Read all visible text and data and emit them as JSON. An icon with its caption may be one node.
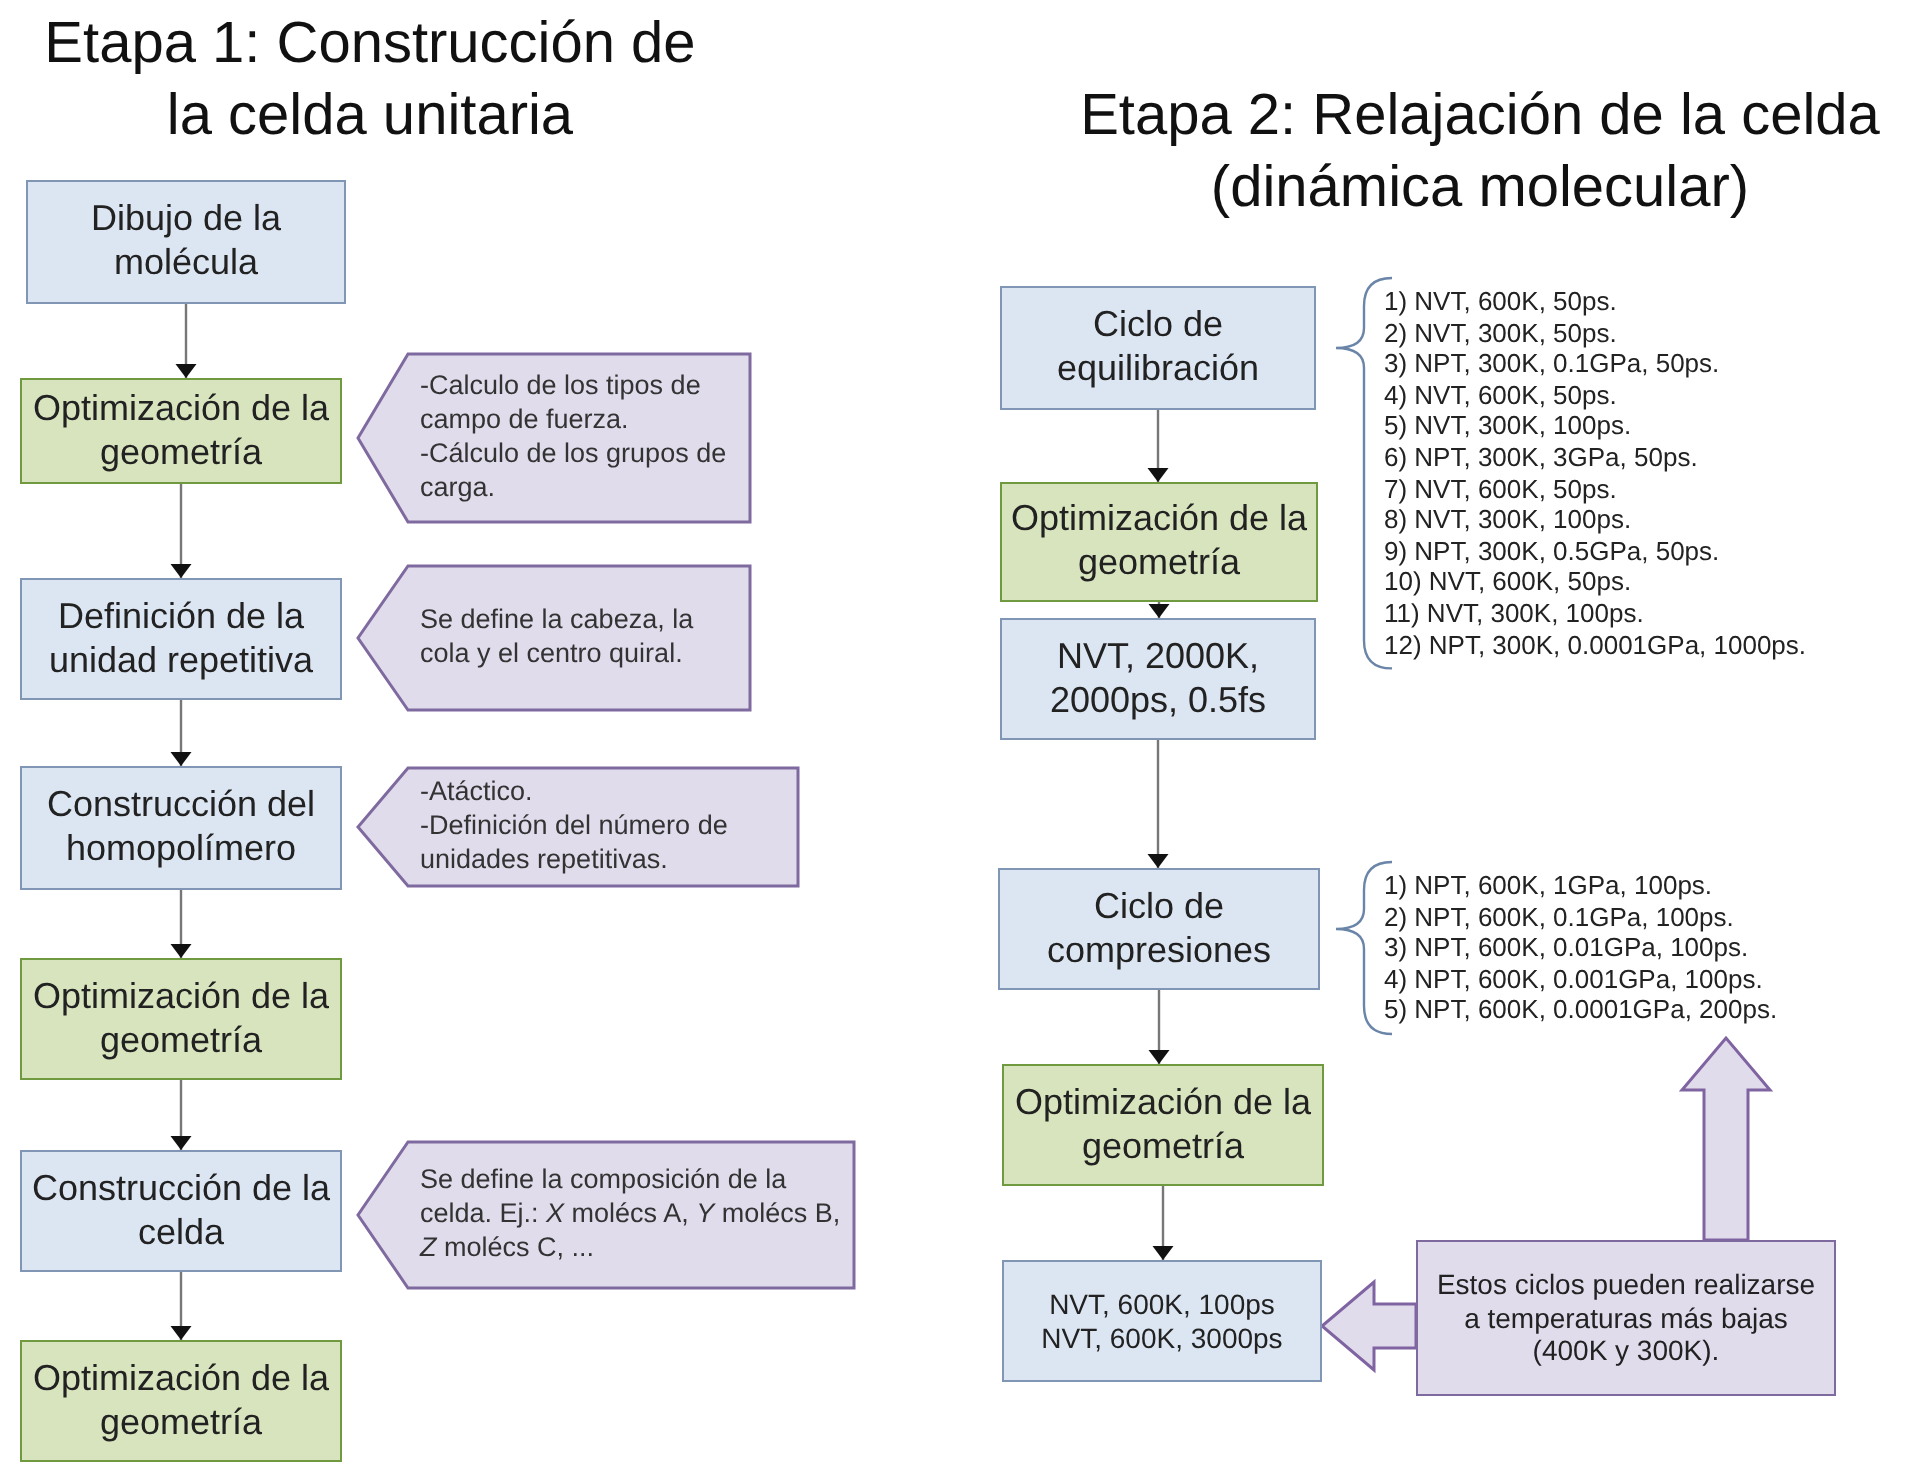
{
  "diagram": {
    "title": "Etapa 1: Construcción de la celda unitaria",
    "nodes": [
      {
        "text": [
          "Dibujo de la molécula"
        ]
      },
      {
        "text": [
          "Optimización de la geometría"
        ]
      },
      {
        "text": [
          "-Calculo de los tipos de campo de fuerza.",
          "-Cálculo de los grupos de carga."
        ]
      },
      {
        "text": [
          "Definición de la unidad repetitiva"
        ]
      },
      {
        "text": [
          "Se define la cabeza, la cola y el centro quiral."
        ]
      },
      {
        "text": [
          "Construcción del homopolímero"
        ]
      },
      {
        "text": [
          "-Atáctico.",
          "-Definición del número de unidades repetitivas."
        ]
      },
      {
        "text": [
          "Optimización de la geometría"
        ]
      },
      {
        "text": [
          "Construcción de la celda"
        ]
      },
      {
        "text": [
          "Se define la composición de la celda. Ej.: *X* molécs A, *Y* molécs B, *Z* molécs C, ..."
        ]
      },
      {
        "text": [
          "Optimización de la geometría"
        ]
      },
      {
        "text": [
          "Etapa 2: Relajación de la celda (dinámica molecular)"
        ]
      },
      {
        "text": [
          "Ciclo de equilibración"
        ]
      },
      {
        "text": [
          "1) NVT, 600K, 50ps.",
          "2) NVT, 300K, 50ps.",
          "3) NPT, 300K, 0.1GPa, 50ps.",
          "4) NVT, 600K, 50ps.",
          "5) NVT, 300K, 100ps.",
          "6) NPT, 300K, 3GPa, 50ps.",
          "7) NVT, 600K, 50ps.",
          "8) NVT, 300K, 100ps.",
          "9) NPT, 300K, 0.5GPa, 50ps.",
          "10) NVT, 600K, 50ps.",
          "11) NVT, 300K, 100ps.",
          "12) NPT, 300K, 0.0001GPa, 1000ps."
        ]
      },
      {
        "text": [
          "Optimización de la geometría"
        ]
      },
      {
        "text": [
          "NVT, 2000K, 2000ps, 0.5fs"
        ]
      },
      {
        "text": [
          "Ciclo de compresiones"
        ]
      },
      {
        "text": [
          "1) NPT, 600K, 1GPa, 100ps.",
          "2) NPT, 600K, 0.1GPa, 100ps.",
          "3) NPT, 600K, 0.01GPa, 100ps.",
          "4) NPT, 600K, 0.001GPa, 100ps.",
          "5) NPT, 600K, 0.0001GPa, 200ps."
        ]
      },
      {
        "text": [
          "Optimización de la geometría"
        ]
      },
      {
        "text": [
          "NVT, 600K, 100ps",
          "NVT, 600K, 3000ps"
        ]
      },
      {
        "text": [
          "Estos ciclos pueden realizarse a temperaturas más bajas (400K y 300K)."
        ]
      }
    ],
    "edges": [
      {
        "from": 0,
        "to": 1,
        "arrow": "to"
      },
      {
        "from": 1,
        "to": 3,
        "arrow": "to"
      },
      {
        "from": 3,
        "to": 5,
        "arrow": "to"
      },
      {
        "from": 5,
        "to": 7,
        "arrow": "to"
      },
      {
        "from": 7,
        "to": 8,
        "arrow": "to"
      },
      {
        "from": 8,
        "to": 10,
        "arrow": "to"
      },
      {
        "from": 12,
        "to": 14,
        "arrow": "to"
      },
      {
        "from": 14,
        "to": 15,
        "arrow": "to"
      },
      {
        "from": 15,
        "to": 16,
        "arrow": "to"
      },
      {
        "from": 16,
        "to": 18,
        "arrow": "to"
      },
      {
        "from": 18,
        "to": 19,
        "arrow": "to"
      },
      {
        "from": 20,
        "to": 19,
        "arrow": "to",
        "style": "thick",
        "color": "#8064a2"
      },
      {
        "from": 20,
        "to": 17,
        "arrow": "to",
        "style": "thick",
        "color": "#8064a2"
      }
    ]
  }
}
